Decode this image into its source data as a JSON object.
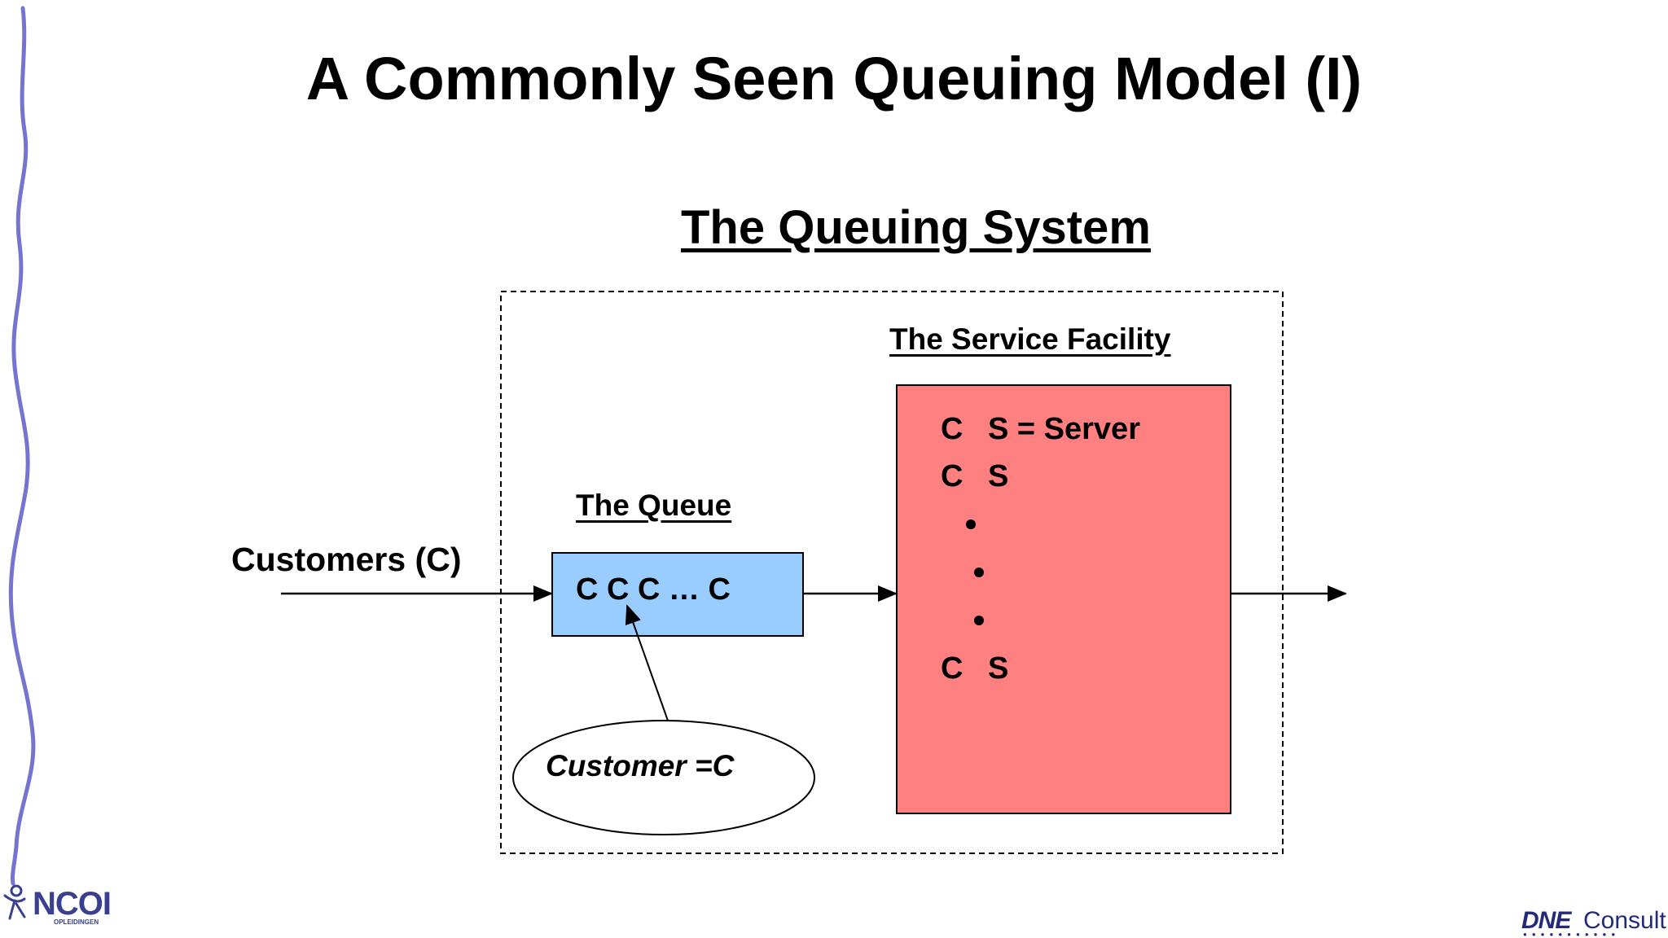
{
  "slide": {
    "title": "A Commonly Seen Queuing Model (I)",
    "system_title": "The Queuing System",
    "facility_title": "The Service Facility",
    "queue_title": "The Queue",
    "customers_label": "Customers (C)",
    "queue_content": "C C C … C",
    "customer_def": "Customer  =C",
    "server_rows": [
      {
        "c": "C",
        "s": "S = Server"
      },
      {
        "c": "C",
        "s": "S"
      },
      {
        "c": "C",
        "s": "S"
      }
    ]
  },
  "colors": {
    "queue_fill": "#99ccff",
    "facility_fill": "#ff8080",
    "left_line": "#7575d0",
    "logo": "#3a3f8f"
  },
  "logos": {
    "left": "NCOI",
    "left_sub": "OPLEIDINGEN",
    "right_mark": "DNE",
    "right_text": "Consult"
  }
}
